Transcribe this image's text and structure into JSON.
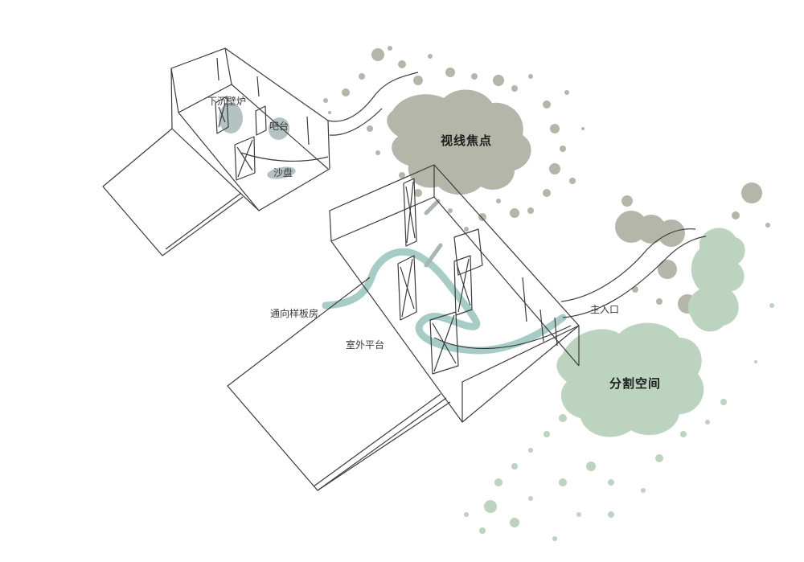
{
  "diagram": {
    "type": "architectural-sketch",
    "colors": {
      "ink": "#3c3c3c",
      "splash_gray": "#b3b6a8",
      "splash_gray_dark": "#a7ab9c",
      "splash_green": "#bcd3bf",
      "path_teal": "#9cc7c0",
      "marker_gray": "#a9b4b4"
    },
    "upper_model": {
      "labels": {
        "fireplace": "下沉壁炉",
        "bar": "吧台",
        "sand_table": "沙盘"
      }
    },
    "lower_model": {
      "labels": {
        "to_showroom": "通向样板房",
        "outdoor_platform": "室外平台",
        "main_entrance": "主入口"
      }
    },
    "callouts": {
      "focal_point": "视线焦点",
      "divided_space": "分割空间"
    }
  }
}
